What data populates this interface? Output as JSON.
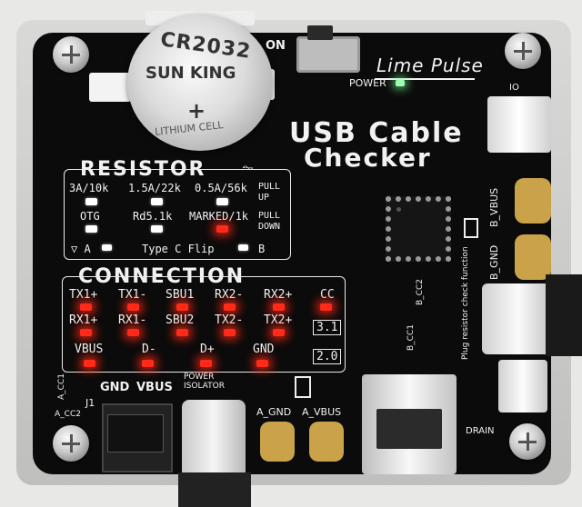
{
  "board": {
    "battery_text": "CR2032",
    "battery_brand": "SUN KING",
    "battery_plus": "+",
    "battery_sub": "LITHIUM CELL",
    "on_label": "ON",
    "brand": "Lime Pulse",
    "power_label": "POWER",
    "title_line1": "USB Cable",
    "title_line2": "Checker",
    "resistor_heading": "RESISTOR",
    "r_3a": "3A/10k",
    "r_15a": "1.5A/22k",
    "r_05a": "0.5A/56k",
    "pull_up": "PULL UP",
    "r_otg": "OTG",
    "r_rd": "Rd5.1k",
    "r_marked": "MARKED/1k",
    "pull_down": "PULL DOWN",
    "side_a": "A",
    "type_c_flip": "Type C Flip",
    "side_b": "B",
    "connection_heading": "CONNECTION",
    "c_tx1p": "TX1+",
    "c_tx1m": "TX1-",
    "c_sbu1": "SBU1",
    "c_rx2m": "RX2-",
    "c_rx2p": "RX2+",
    "c_cc": "CC",
    "c_rx1p": "RX1+",
    "c_rx1m": "RX1-",
    "c_sbu2": "SBU2",
    "c_tx2m": "TX2-",
    "c_tx2p": "TX2+",
    "c_31": "3.1",
    "c_vbus": "VBUS",
    "c_dm": "D-",
    "c_dp": "D+",
    "c_gnd": "GND",
    "c_20": "2.0",
    "gnd_label": "GND",
    "vbus_label": "VBUS",
    "j1": "J1",
    "power_isolator": "POWER ISOLATOR",
    "a_cc1": "A_CC1",
    "a_cc2": "A_CC2",
    "a_gnd": "A_GND",
    "a_vbus": "A_VBUS",
    "b_vbus": "B_VBUS",
    "b_gnd": "B_GND",
    "b_cc1": "B_CC1",
    "b_cc2": "B_CC2",
    "plug_resistor": "Plug resistor check function",
    "drain": "DRAIN",
    "io": "IO"
  },
  "colors": {
    "pcb": "#0b0b0b",
    "silk": "#f2f2f2",
    "led_red": "#ff2a1a",
    "pad_gold": "#c9a24a"
  }
}
